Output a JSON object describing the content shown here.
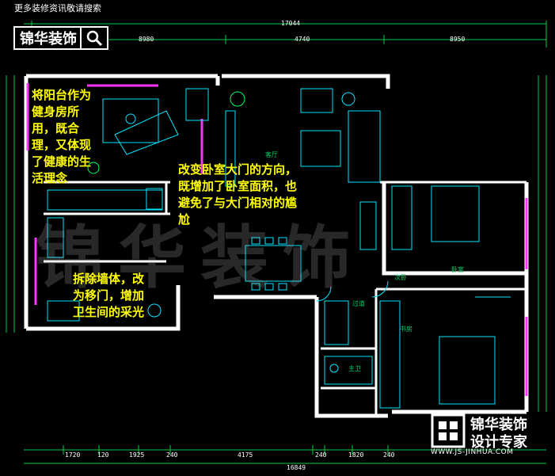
{
  "header": {
    "top_text": "更多装修资讯敬请搜索",
    "brand_name": "锦华装饰"
  },
  "dimensions": {
    "top_total": "17044",
    "top_segments": [
      "8980",
      "4740",
      "8950"
    ],
    "bottom_total": "16849",
    "bottom_segments": [
      "1720",
      "120",
      "1925",
      "240",
      "4175",
      "240",
      "1820",
      "240"
    ]
  },
  "annotations": {
    "balcony": "将阳台作为健身房所用，既合理，又体现了健康的生活理念",
    "bedroom_door": "改变卧室大门的方向，既增加了卧室面积，也避免了与大门相对的尴尬",
    "bathroom": "拆除墙体，改为移门，增加卫生间的采光"
  },
  "rooms": {
    "living": "客厅",
    "second_bedroom": "次卧",
    "master_bedroom": "卧室",
    "bathroom": "主卫",
    "corridor": "过道",
    "study": "书房"
  },
  "watermark": "锦华装饰",
  "footer": {
    "company": "锦华装饰",
    "tagline": "设计专家",
    "url": "WWW.JS-JINHUA.COM"
  }
}
